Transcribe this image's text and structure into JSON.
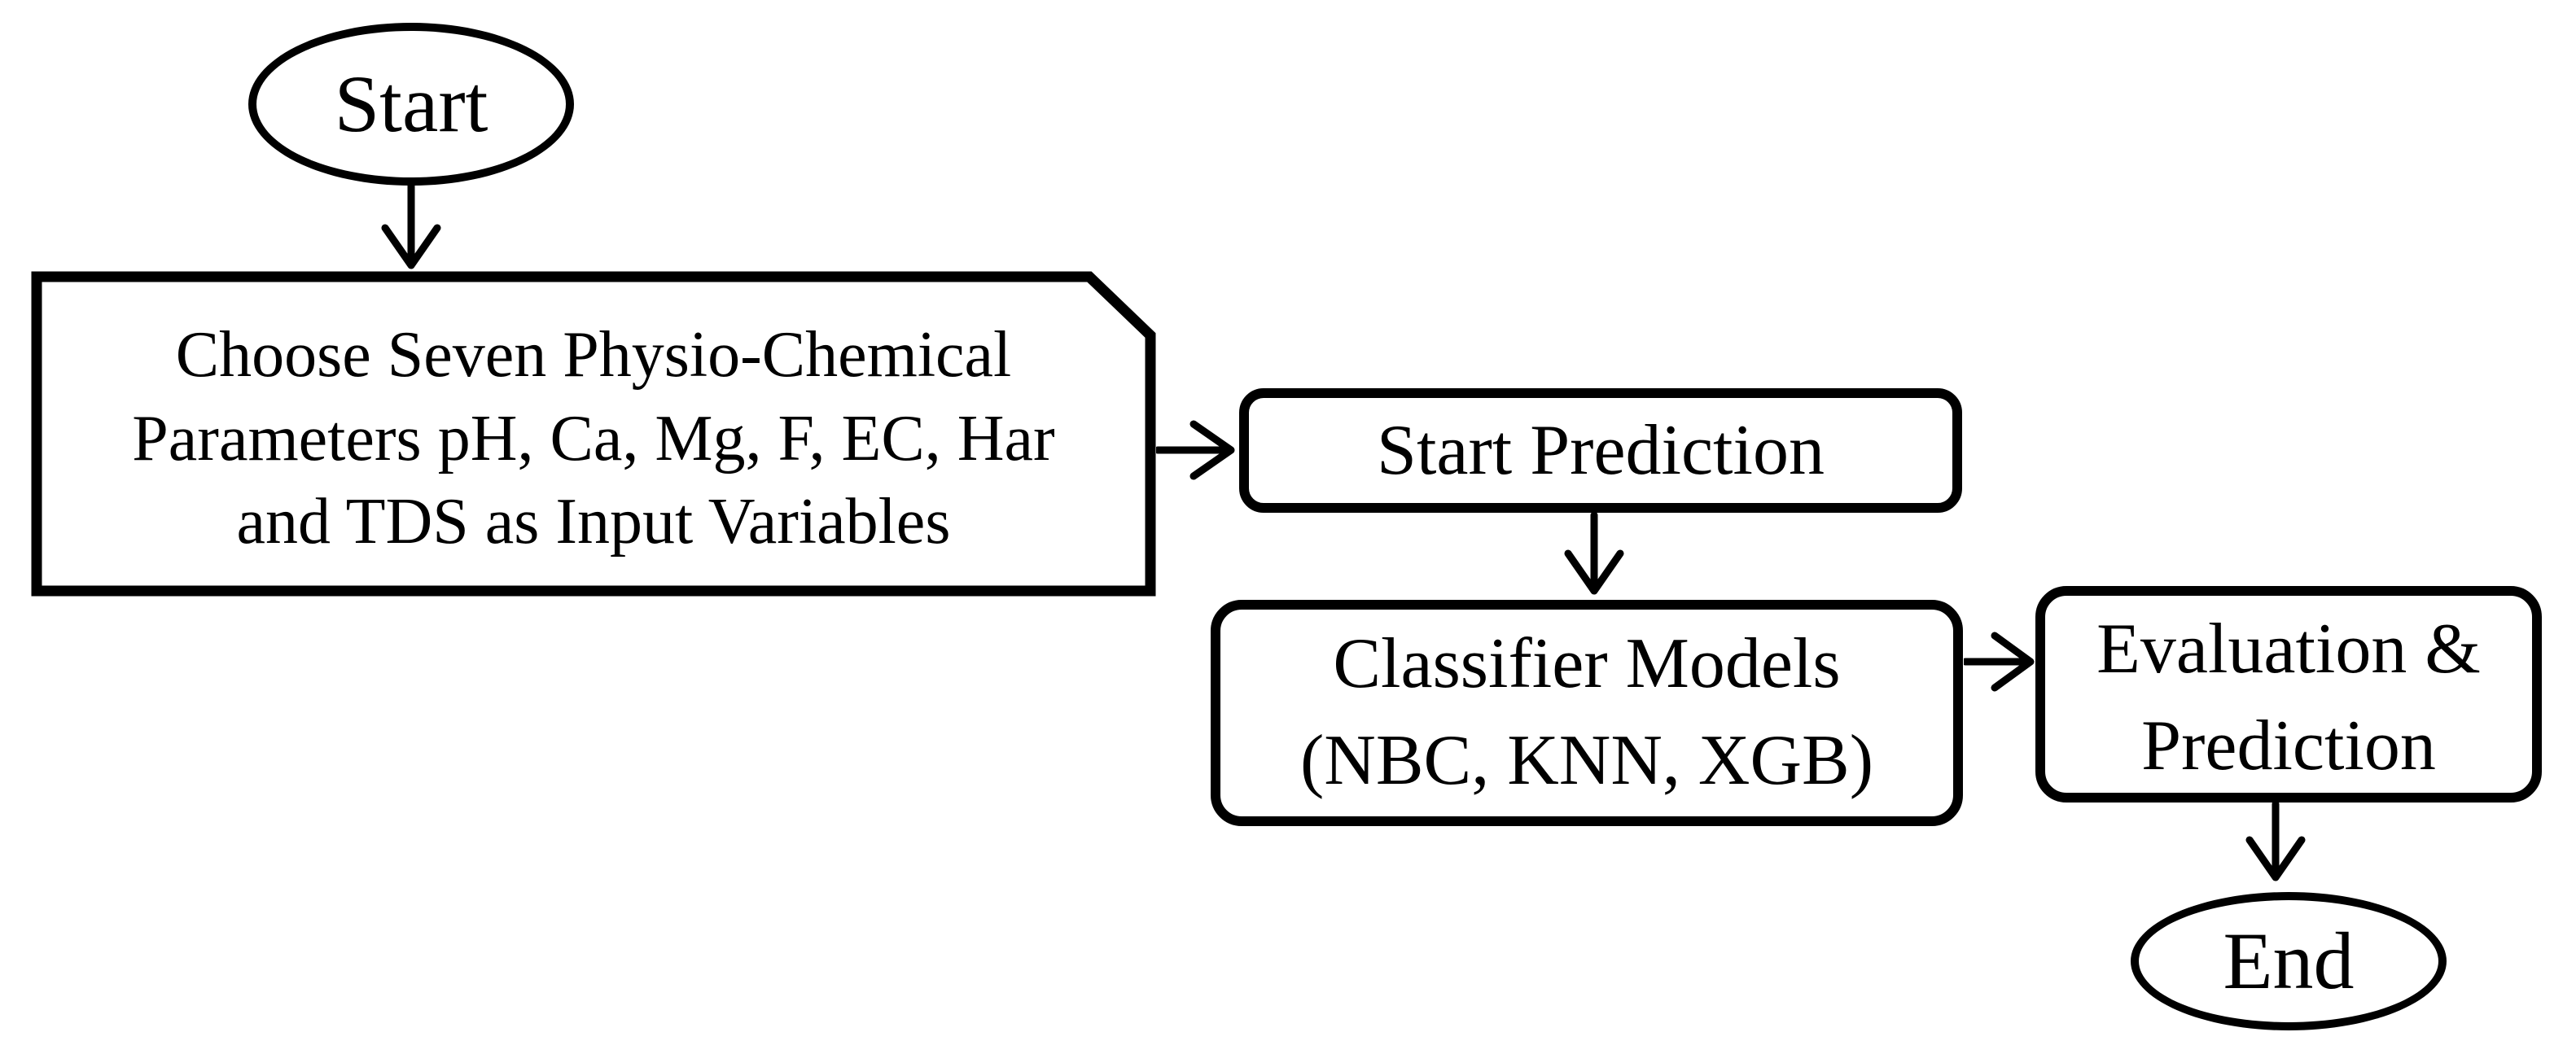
{
  "flowchart": {
    "colors": {
      "stroke": "#000000",
      "fill": "#ffffff",
      "text": "#000000"
    },
    "nodes": {
      "start": {
        "shape": "ellipse",
        "label": "Start"
      },
      "input": {
        "shape": "card",
        "lines": [
          "Choose Seven Physio-Chemical",
          "Parameters pH, Ca, Mg, F, EC, Har",
          "and TDS as Input Variables"
        ]
      },
      "start_prediction": {
        "shape": "rounded-rectangle",
        "label": "Start Prediction"
      },
      "classifier_models": {
        "shape": "rounded-rectangle",
        "lines": [
          "Classifier Models",
          "(NBC, KNN, XGB)"
        ]
      },
      "evaluation": {
        "shape": "rounded-rectangle",
        "lines": [
          "Evaluation &",
          "Prediction"
        ]
      },
      "end": {
        "shape": "ellipse",
        "label": "End"
      }
    },
    "edges": [
      {
        "from": "start",
        "to": "input",
        "direction": "down"
      },
      {
        "from": "input",
        "to": "start_prediction",
        "direction": "right"
      },
      {
        "from": "start_prediction",
        "to": "classifier_models",
        "direction": "down"
      },
      {
        "from": "classifier_models",
        "to": "evaluation",
        "direction": "right"
      },
      {
        "from": "evaluation",
        "to": "end",
        "direction": "down"
      }
    ]
  }
}
